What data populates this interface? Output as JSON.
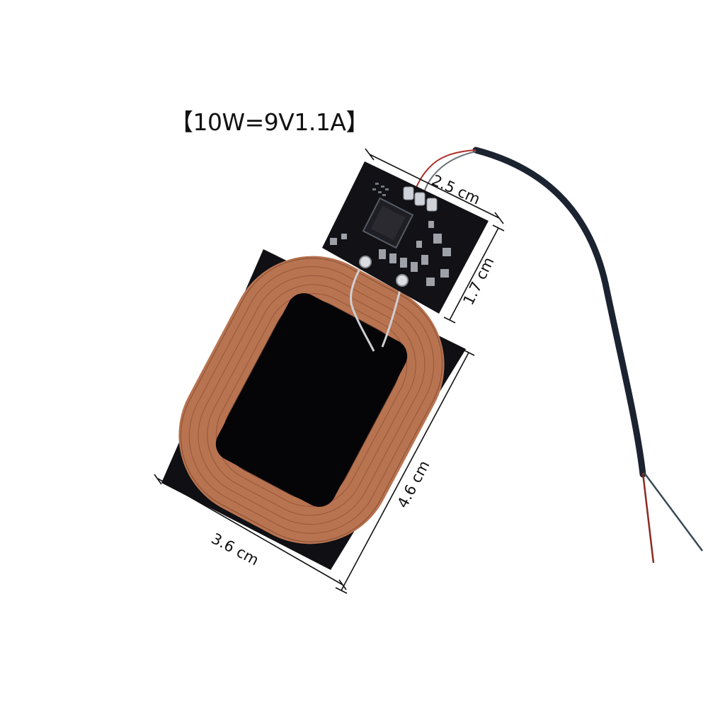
{
  "title": "【10W=9V1.1A】",
  "dimensions": {
    "board_width": "2.5 cm",
    "board_height": "1.7 cm",
    "coil_height": "4.6 cm",
    "coil_width": "3.6 cm"
  },
  "colors": {
    "background": "#ffffff",
    "pcb": "#111116",
    "coil_copper": "#b87350",
    "coil_core": "#050508",
    "cable": "#1c2330",
    "wire_red": "#b0302a"
  }
}
